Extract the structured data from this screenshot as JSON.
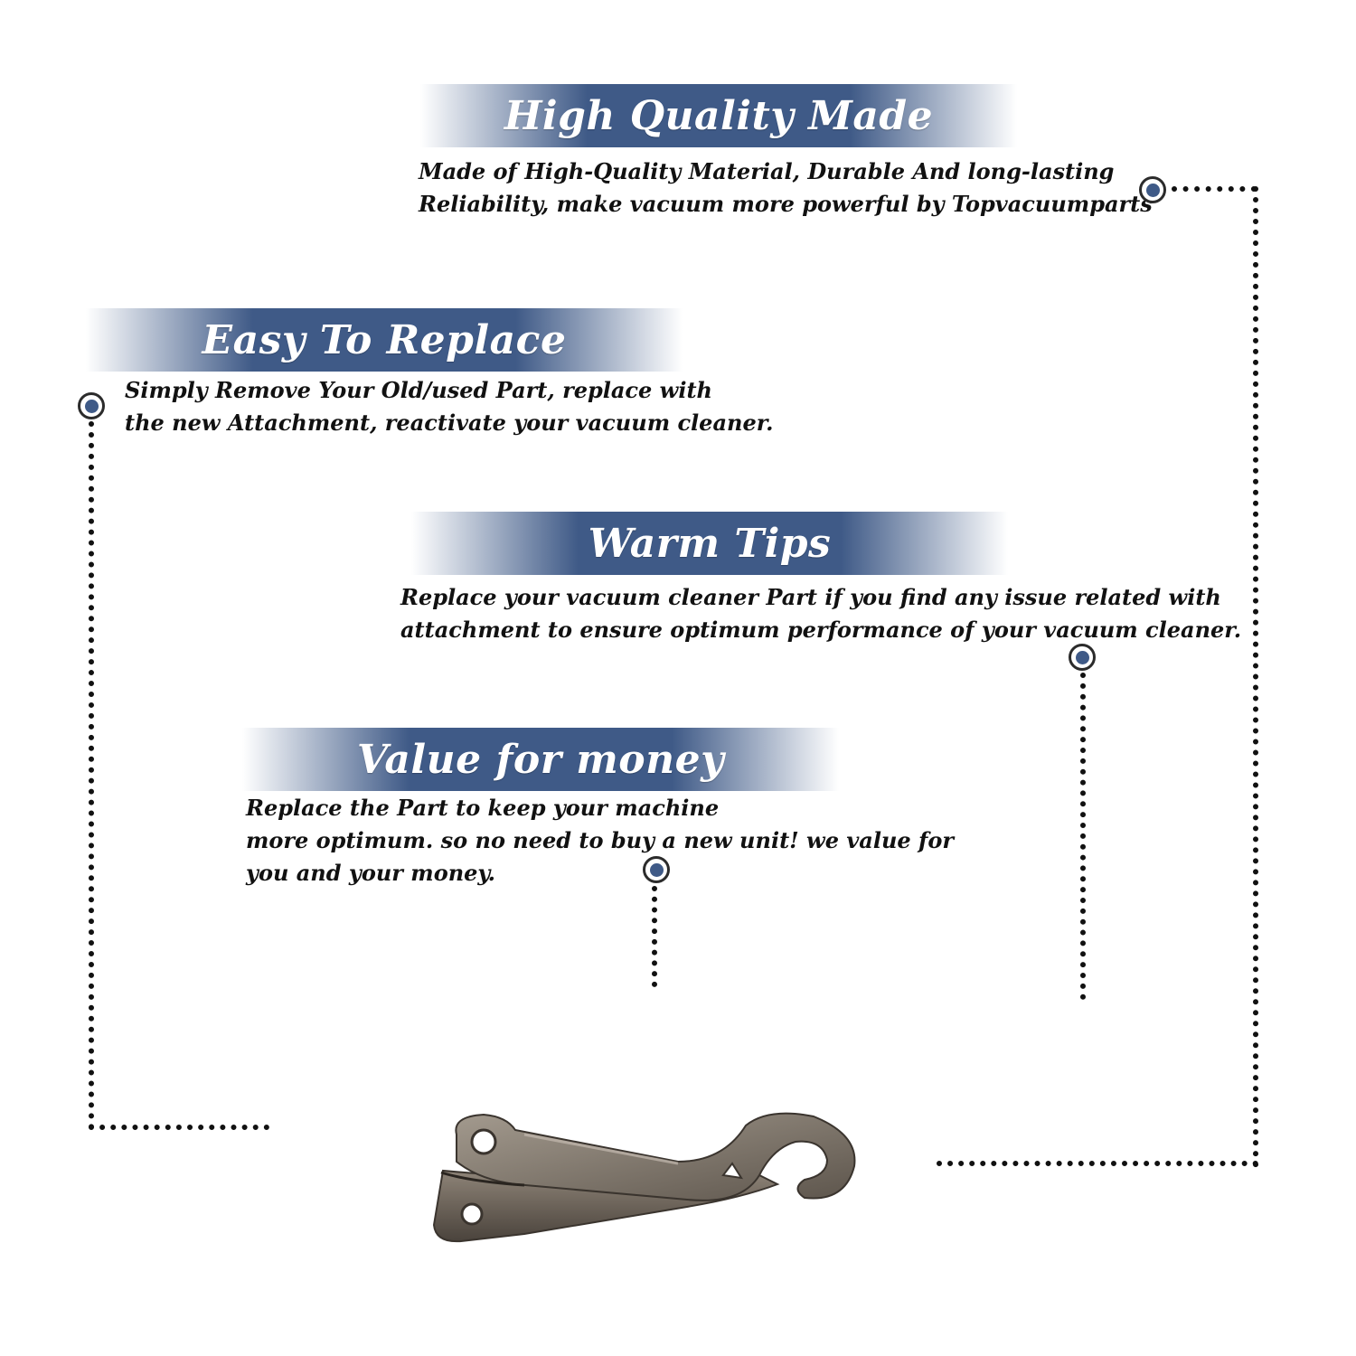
{
  "features": [
    {
      "id": "high-quality",
      "title": "High Quality Made",
      "lines": [
        "Made of  High-Quality Material, Durable And long-lasting",
        "Reliability, make vacuum more powerful by Topvacuumparts"
      ]
    },
    {
      "id": "easy-replace",
      "title": "Easy To Replace",
      "lines": [
        "Simply Remove Your Old/used Part, replace with",
        "the new Attachment, reactivate your vacuum cleaner."
      ]
    },
    {
      "id": "warm-tips",
      "title": "Warm Tips",
      "lines": [
        "Replace your vacuum cleaner Part if you find any issue related with",
        " attachment to ensure optimum performance of your vacuum cleaner."
      ]
    },
    {
      "id": "value",
      "title": "Value for money",
      "lines": [
        "Replace the Part to keep your machine",
        "more optimum. so no need to buy a new unit! we value for",
        "you and your money."
      ]
    }
  ],
  "colors": {
    "accent": "#3f5a87",
    "text": "#111111",
    "metal": "#7a7064"
  },
  "icons": {
    "marker": "target-dot-icon",
    "product": "vacuum-clip-part"
  }
}
